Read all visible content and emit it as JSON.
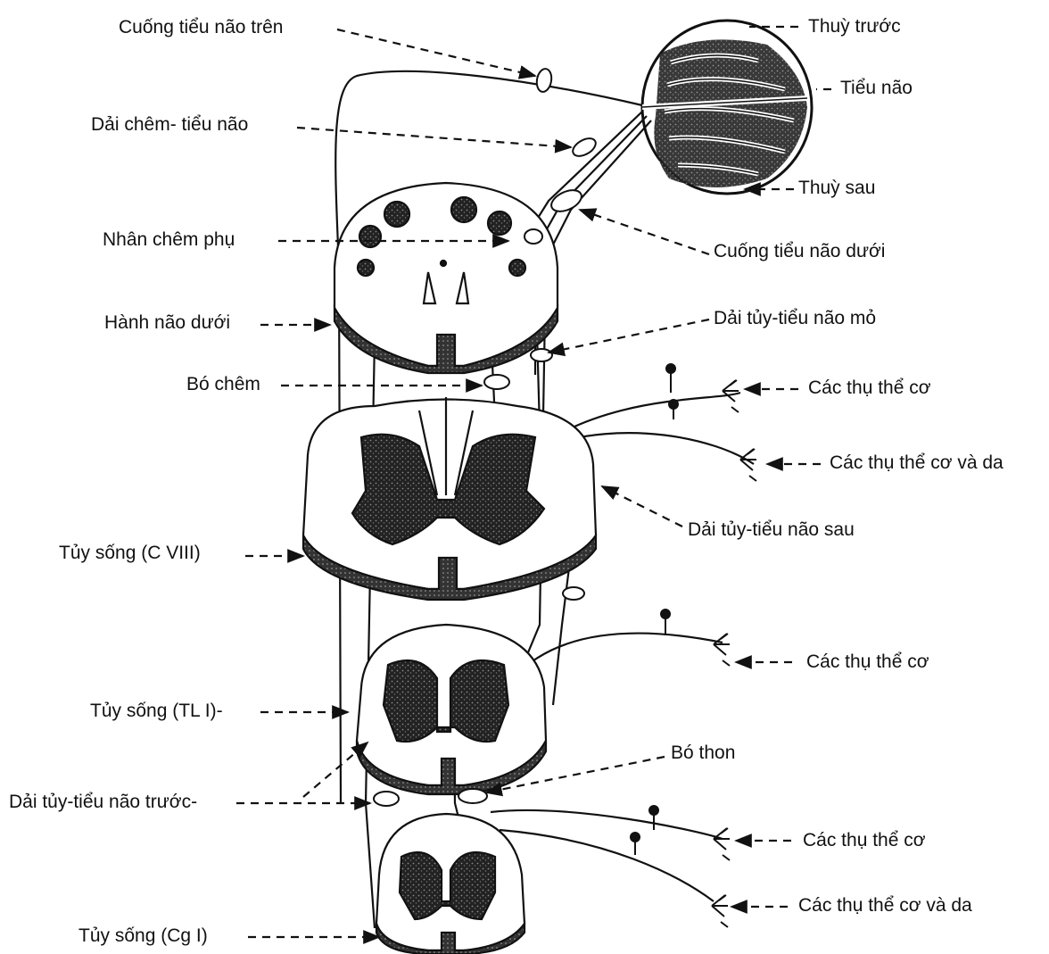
{
  "labels": {
    "cuong_tieu_nao_tren": "Cuống tiểu não trên",
    "dai_chem_tieu_nao": "Dải chêm- tiểu não",
    "nhan_chem_phu": "Nhân chêm phụ",
    "hanh_nao_duoi": "Hành não dưới",
    "bo_chem": "Bó chêm",
    "tuy_song_c8": "Tủy sống (C VIII)",
    "tuy_song_tl1": "Tủy sống (TL I)-",
    "dai_tuy_tieu_nao_truoc": "Dải tủy-tiểu não trước-",
    "tuy_song_cg1": "Tủy sống (Cg I)",
    "thuy_truoc": "Thuỳ trước",
    "tieu_nao": "Tiểu não",
    "thuy_sau": "Thuỳ sau",
    "cuong_tieu_nao_duoi": "Cuống tiểu não dưới",
    "dai_tuy_tieu_nao_mo": "Dải tủy-tiểu não mỏ",
    "cac_thu_the_co_1": "Các thụ thể cơ",
    "cac_thu_the_co_va_da_1": "Các thụ thể cơ và da",
    "dai_tuy_tieu_nao_sau": "Dải tủy-tiểu não sau",
    "cac_thu_the_co_2": "Các thụ thể cơ",
    "bo_thon": "Bó thon",
    "cac_thu_the_co_3": "Các thụ thể cơ",
    "cac_thu_the_co_va_da_2": "Các thụ thể cơ và da"
  },
  "colors": {
    "ink": "#111111",
    "stipple": "#2a2a2a",
    "background": "#ffffff"
  }
}
